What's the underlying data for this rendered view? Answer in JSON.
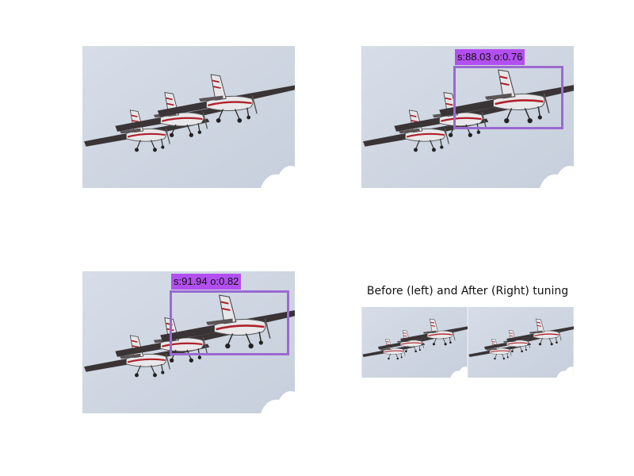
{
  "colors": {
    "box": "#9a6ad0",
    "label_bg": "#b34ff0",
    "sky": "#d0d8e3"
  },
  "panel_tr": {
    "label": "s:88.03 o:0.76"
  },
  "panel_bl": {
    "label": "s:91.94 o:0.82"
  },
  "panel_br": {
    "caption": "Before (left) and After (Right) tuning"
  }
}
